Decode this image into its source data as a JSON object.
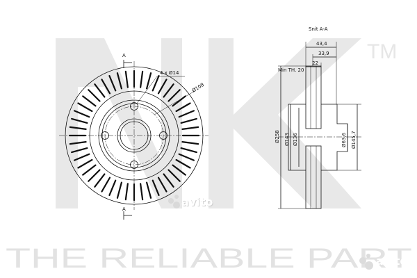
{
  "branding": {
    "logo_text": "NK",
    "trademark": "TM",
    "slogan": "THE RELIABLE PART",
    "watermark_site": "avito"
  },
  "front_view": {
    "section_marker_top": "A",
    "section_marker_bottom": "A",
    "bolt_holes": "4 x Ø14",
    "bolt_circle": "Ø108"
  },
  "section_view": {
    "title": "Snit A-A",
    "min_thickness": "Min TH. 20",
    "width_overall": "43,4",
    "width_hat": "33,9",
    "width_disc": "22",
    "dia_outer": "Ø258",
    "dia_hat_outer": "Ø143",
    "dia_hat_inner": "Ø136",
    "dia_bore": "Ø63,6",
    "dia_hat_height": "Ø145,7"
  },
  "colors": {
    "drawing": "#111111",
    "watermark": "#e2e2e2"
  }
}
